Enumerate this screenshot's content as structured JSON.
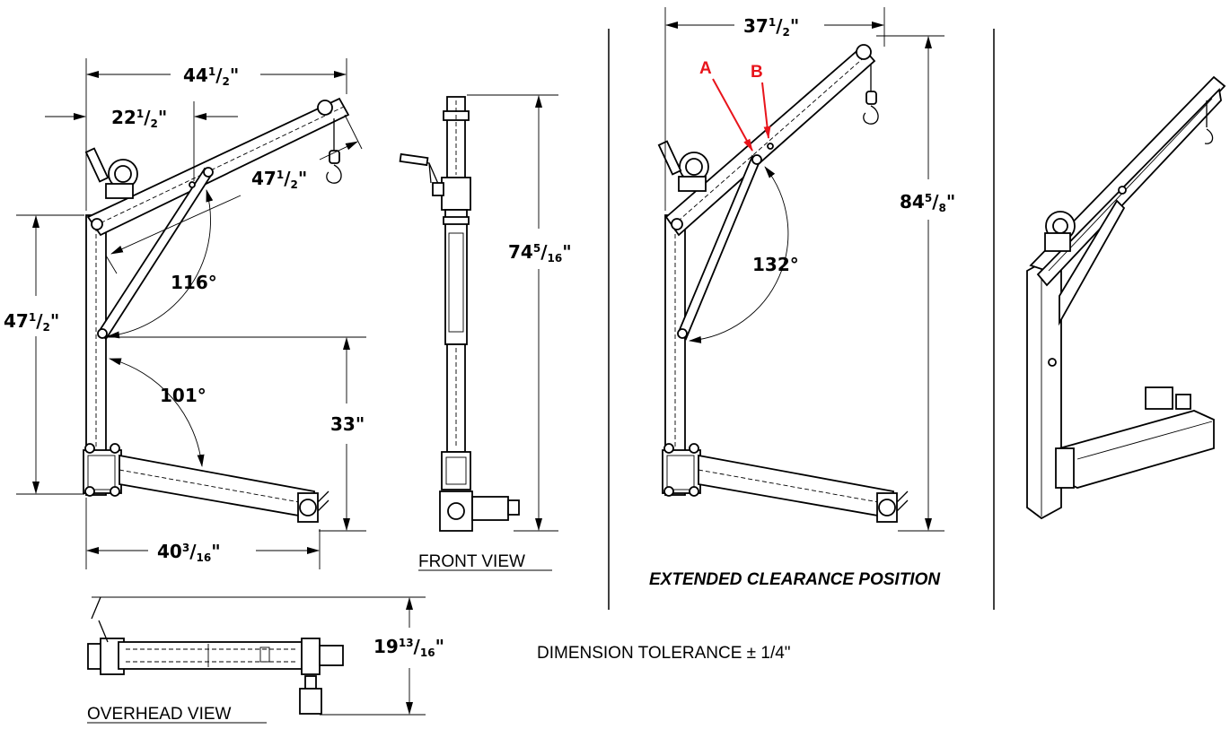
{
  "side_view": {
    "dim_overall_width": {
      "main": "44",
      "num": "1",
      "den": "2",
      "suffix": "\""
    },
    "dim_brace_offset": {
      "main": "22",
      "num": "1",
      "den": "2",
      "suffix": "\""
    },
    "dim_boom_length": {
      "main": "47",
      "num": "1",
      "den": "2",
      "suffix": "\""
    },
    "dim_mast_height": {
      "main": "47",
      "num": "1",
      "den": "2",
      "suffix": "\""
    },
    "dim_base_height": {
      "main": "33\"",
      "num": "",
      "den": "",
      "suffix": ""
    },
    "dim_leg_length": {
      "main": "40",
      "num": "3",
      "den": "16",
      "suffix": "\""
    },
    "angle_boom": "116°",
    "angle_leg": "101°"
  },
  "front_view": {
    "dim_height": {
      "main": "74",
      "num": "5",
      "den": "16",
      "suffix": "\""
    },
    "label": "FRONT VIEW"
  },
  "overhead_view": {
    "dim_depth": {
      "main": "19",
      "num": "13",
      "den": "16",
      "suffix": "\""
    },
    "label": "OVERHEAD VIEW"
  },
  "extended_view": {
    "dim_width": {
      "main": "37",
      "num": "1",
      "den": "2",
      "suffix": "\""
    },
    "dim_height": {
      "main": "84",
      "num": "5",
      "den": "8",
      "suffix": "\""
    },
    "angle": "132°",
    "marker_a": "A",
    "marker_b": "B",
    "marker_color": "#e8141b",
    "label": "EXTENDED CLEARANCE POSITION"
  },
  "tolerance_note": "DIMENSION TOLERANCE ± 1/4\""
}
